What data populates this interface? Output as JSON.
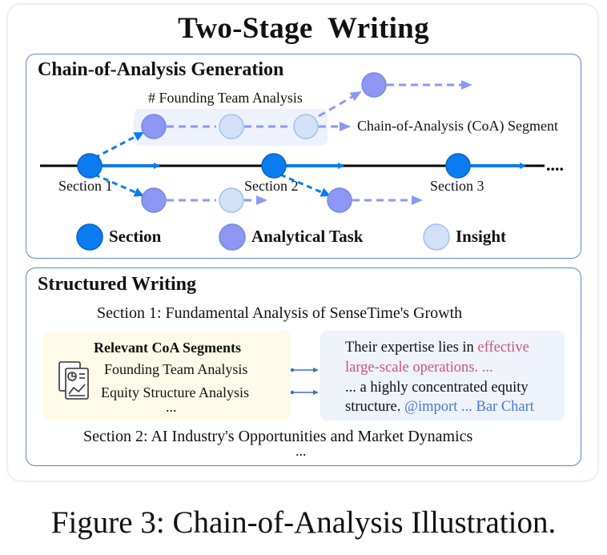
{
  "title": "Two-Stage  Writing",
  "coa_panel": {
    "title": "Chain-of-Analysis Generation",
    "founding_label": "# Founding Team Analysis",
    "segment_label": "Chain-of-Analysis (CoA) Segment",
    "sections": [
      "Section 1",
      "Section 2",
      "Section 3"
    ],
    "ellipsis": "....",
    "legend": {
      "section": "Section",
      "analytical_task": "Analytical Task",
      "insight": "Insight"
    }
  },
  "writing_panel": {
    "title": "Structured Writing",
    "section1_title": "Section 1: Fundamental Analysis of SenseTime's Growth",
    "relevant_header": "Relevant CoA Segments",
    "segments": [
      "Founding Team Analysis",
      "Equity Structure Analysis"
    ],
    "segments_more": "...",
    "output": {
      "line1_plain": "Their expertise lies in ",
      "line1_highlight": "effective",
      "line2_highlight": "large-scale operations. ...",
      "line3": "... a highly concentrated equity",
      "line4_plain": "structure. ",
      "line4_highlight": "@import ... Bar Chart"
    },
    "section2_title": "Section 2: AI Industry's Opportunities and Market Dynamics",
    "more": "..."
  },
  "caption": "Figure 3: Chain-of-Analysis Illustration.",
  "colors": {
    "section_node": "#0a7cf0",
    "task_node": "#8c98f4",
    "insight_node": "#d2e1f8",
    "dashed_arrow": "#8c98f4",
    "panel_border": "#5b86cf",
    "highlight_pink": "#d0557a",
    "highlight_blue": "#4a78d6"
  }
}
